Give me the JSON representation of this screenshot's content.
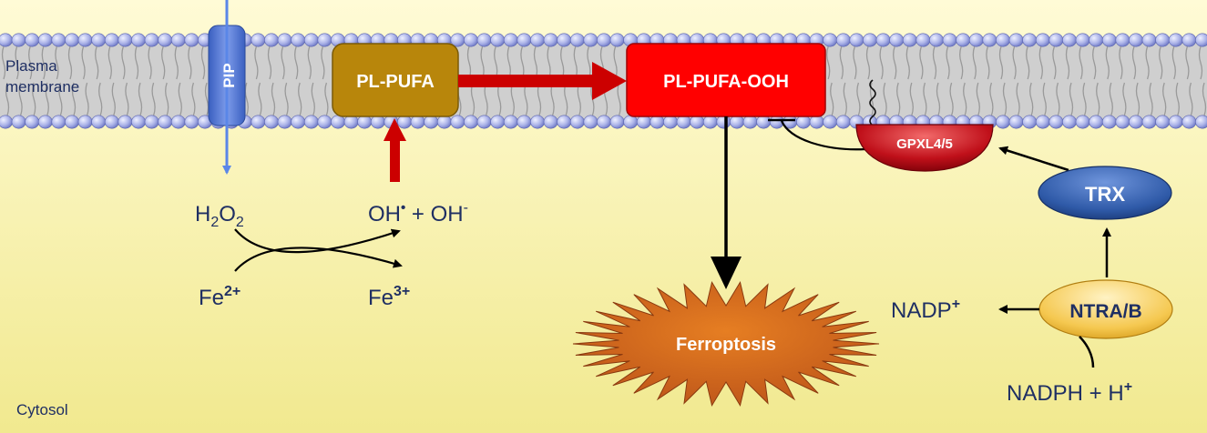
{
  "regions": {
    "membrane_label_1": "Plasma",
    "membrane_label_2": "membrane",
    "cytosol_label": "Cytosol"
  },
  "nodes": {
    "pip": "PIP",
    "pl_pufa": "PL-PUFA",
    "pl_pufa_ooh": "PL-PUFA-OOH",
    "gpxl": "GPXL4/5",
    "trx": "TRX",
    "ntra": "NTRA/B",
    "ferroptosis": "Ferroptosis"
  },
  "species": {
    "h2o2_h": "H",
    "h2o2_sub1": "2",
    "h2o2_o": "O",
    "h2o2_sub2": "2",
    "oh_radical": "OH",
    "radical_dot": "•",
    "plus": " + OH",
    "minus": "-",
    "fe_base": "Fe",
    "fe2_charge": "2+",
    "fe3_charge": "3+",
    "nadp_base": "NADP",
    "nadp_charge": "+",
    "nadph_base": "NADPH + H",
    "nadph_charge": "+"
  },
  "colors": {
    "membrane_band": "#c8c8c8",
    "lipid_head": "#aab0e6",
    "cytosol_top": "#fff8c8",
    "cytosol_bottom": "#f0e88a",
    "pip": "#4a70d0",
    "pl_pufa": "#b8860b",
    "pl_pufa_ooh": "#ff0000",
    "arrow_red": "#cc0000",
    "gpxl": "#c0101a",
    "trx": "#2f5aa8",
    "ntra": "#f5c850",
    "ferroptosis": "#d2691e",
    "text": "#1f2f63"
  }
}
